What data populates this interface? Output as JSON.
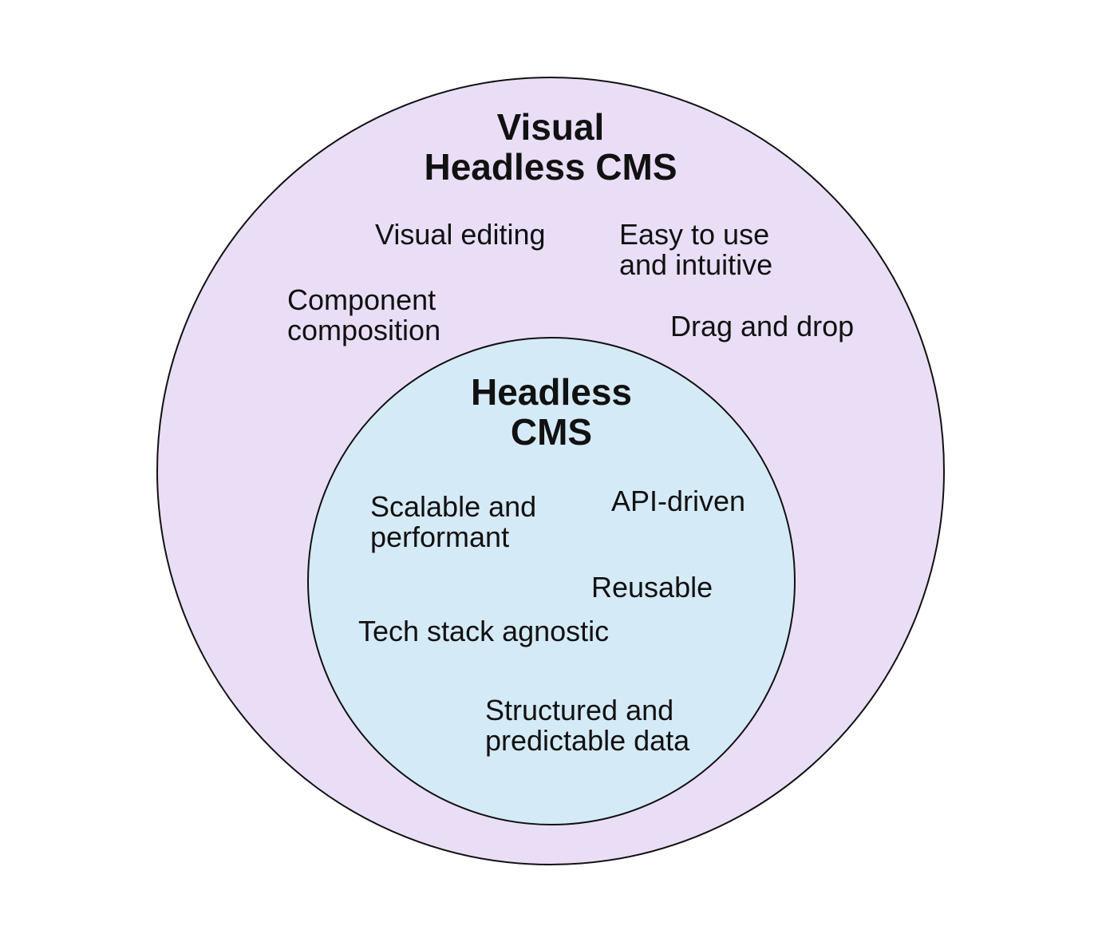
{
  "venn": {
    "stroke_color": "#111111",
    "background_color": "#ffffff",
    "text_color": "#111111",
    "outer": {
      "title": "Visual\nHeadless CMS",
      "fill": "#EADEF7",
      "labels": [
        {
          "text": "Visual editing"
        },
        {
          "text": "Easy to use\nand intuitive"
        },
        {
          "text": "Component\ncomposition"
        },
        {
          "text": "Drag and drop"
        }
      ]
    },
    "inner": {
      "title": "Headless\nCMS",
      "fill": "#D5EAF7",
      "labels": [
        {
          "text": "Scalable and\nperformant"
        },
        {
          "text": "API-driven"
        },
        {
          "text": "Reusable"
        },
        {
          "text": "Tech stack agnostic"
        },
        {
          "text": "Structured and\npredictable data"
        }
      ]
    }
  }
}
